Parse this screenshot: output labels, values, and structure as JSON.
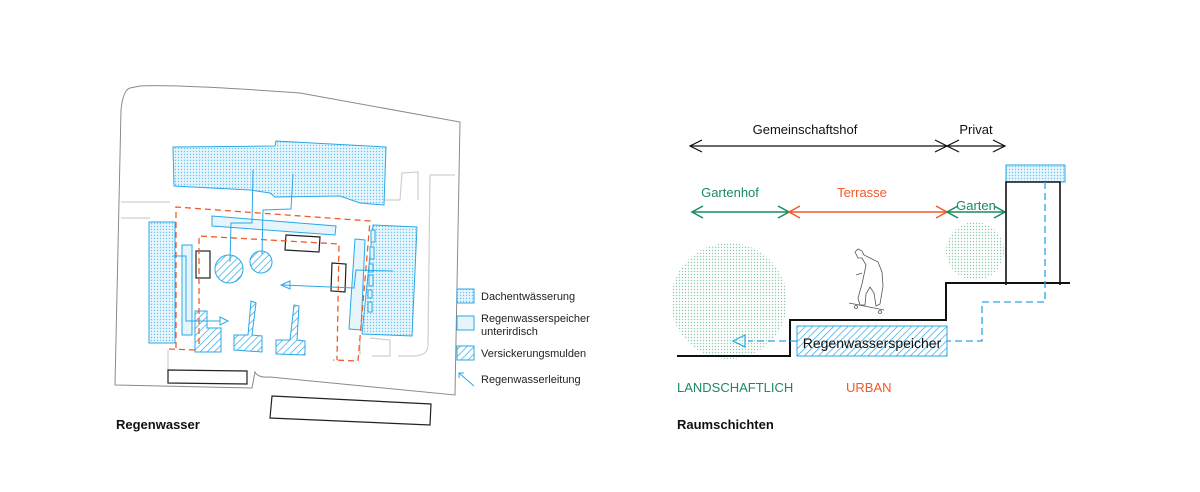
{
  "colors": {
    "blue": "#2aa8e6",
    "blue_fill": "#e6f5fc",
    "orange": "#f05a28",
    "green": "#1a8a5f",
    "green_dot": "#8fc9ab",
    "black": "#111111",
    "grey": "#8a8a8a",
    "light_grey": "#cfcfcf"
  },
  "left_panel": {
    "title": "Regenwasser",
    "legend": [
      {
        "icon": "dotted-fill-icon",
        "label": "Dachentwässerung"
      },
      {
        "icon": "solid-fill-icon",
        "label_line1": "Regenwasserspeicher",
        "label_line2": "unterirdisch"
      },
      {
        "icon": "hatched-fill-icon",
        "label": "Versickerungsmulden"
      },
      {
        "icon": "arrow-icon",
        "label": "Regenwasserleitung"
      }
    ]
  },
  "right_panel": {
    "title": "Raumschichten",
    "top_arrows": [
      {
        "label": "Gemeinschaftshof"
      },
      {
        "label": "Privat"
      }
    ],
    "zone_arrows": [
      {
        "label": "Gartenhof",
        "color": "green"
      },
      {
        "label": "Terrasse",
        "color": "orange"
      },
      {
        "label": "Garten",
        "color": "green"
      }
    ],
    "storage_label": "Regenwasserspeicher",
    "category_labels": [
      {
        "label": "LANDSCHAFTLICH",
        "color": "green"
      },
      {
        "label": "URBAN",
        "color": "orange"
      }
    ]
  }
}
